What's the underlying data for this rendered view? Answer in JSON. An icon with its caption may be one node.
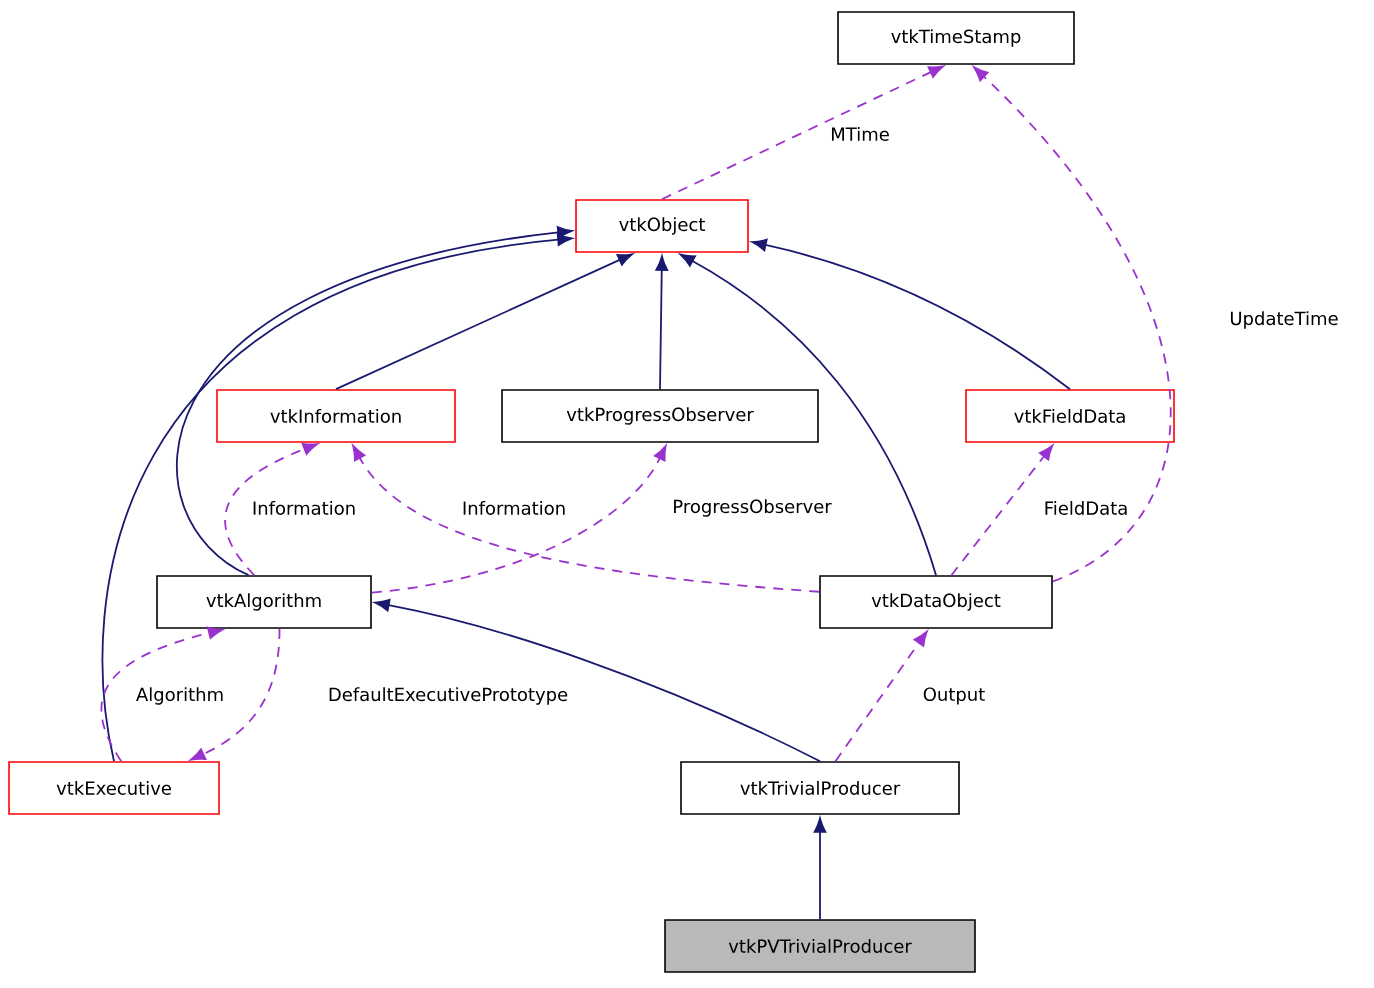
{
  "diagram": {
    "nodes": [
      {
        "text": [
          "vtkTimeStamp"
        ]
      },
      {
        "text": [
          "vtkObject"
        ]
      },
      {
        "text": [
          "vtkInformation"
        ]
      },
      {
        "text": [
          "vtkProgressObserver"
        ]
      },
      {
        "text": [
          "vtkFieldData"
        ]
      },
      {
        "text": [
          "vtkAlgorithm"
        ]
      },
      {
        "text": [
          "vtkDataObject"
        ]
      },
      {
        "text": [
          "vtkExecutive"
        ]
      },
      {
        "text": [
          "vtkTrivialProducer"
        ]
      },
      {
        "text": [
          "vtkPVTrivialProducer"
        ]
      }
    ],
    "edges": [
      {
        "from": 7,
        "to": 1,
        "arrow": "to",
        "color": "#191970"
      },
      {
        "from": 5,
        "to": 1,
        "arrow": "to",
        "color": "#191970"
      },
      {
        "from": 2,
        "to": 1,
        "arrow": "to",
        "color": "#191970"
      },
      {
        "from": 3,
        "to": 1,
        "arrow": "to",
        "color": "#191970"
      },
      {
        "from": 6,
        "to": 1,
        "arrow": "to",
        "color": "#191970"
      },
      {
        "from": 4,
        "to": 1,
        "arrow": "to",
        "color": "#191970"
      },
      {
        "from": 8,
        "to": 5,
        "arrow": "to",
        "color": "#191970"
      },
      {
        "from": 9,
        "to": 8,
        "arrow": "to",
        "color": "#191970"
      },
      {
        "from": 1,
        "to": 0,
        "arrow": "to",
        "label": "MTime",
        "style": "dashed"
      },
      {
        "from": 6,
        "to": 0,
        "arrow": "to",
        "label": "UpdateTime",
        "style": "dashed"
      },
      {
        "from": 5,
        "to": 2,
        "arrow": "to",
        "label": "Information",
        "style": "dashed"
      },
      {
        "from": 6,
        "to": 2,
        "arrow": "to",
        "label": "Information",
        "style": "dashed"
      },
      {
        "from": 5,
        "to": 3,
        "arrow": "to",
        "label": "ProgressObserver",
        "style": "dashed"
      },
      {
        "from": 6,
        "to": 4,
        "arrow": "to",
        "label": "FieldData",
        "style": "dashed"
      },
      {
        "from": 7,
        "to": 5,
        "arrow": "to",
        "label": "Algorithm",
        "style": "dashed"
      },
      {
        "from": 5,
        "to": 7,
        "arrow": "to",
        "label": "DefaultExecutivePrototype",
        "style": "dashed"
      },
      {
        "from": 8,
        "to": 6,
        "arrow": "to",
        "label": "Output",
        "style": "dashed"
      }
    ]
  }
}
